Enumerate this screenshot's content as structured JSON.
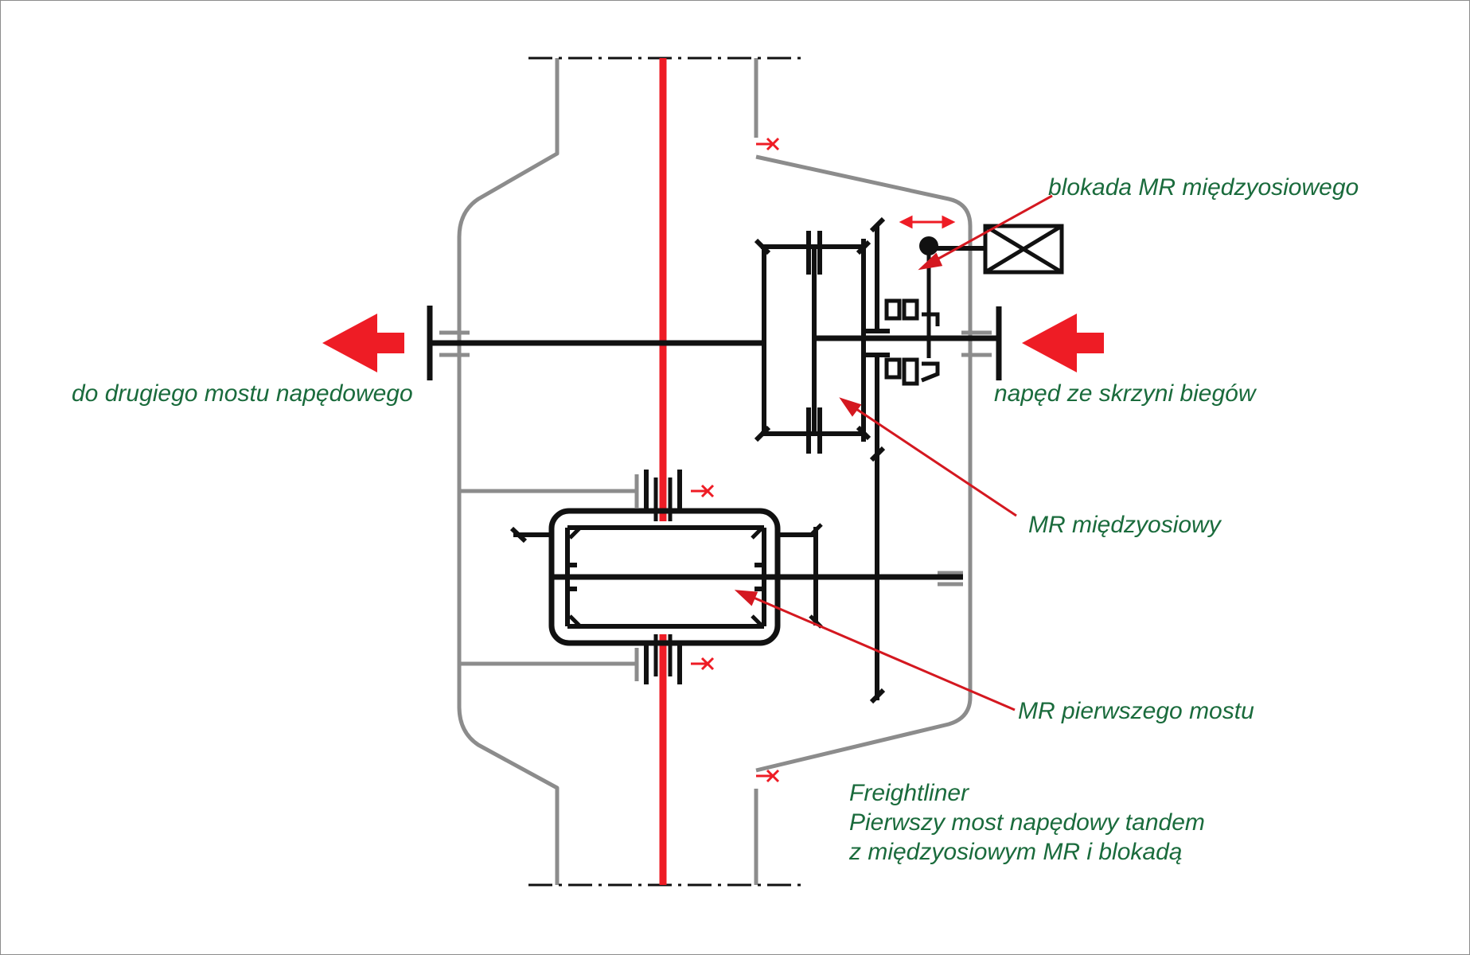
{
  "labels": {
    "lock": "blokada MR międzyosiowego",
    "output": "do drugiego mostu napędowego",
    "input": "napęd ze skrzyni biegów",
    "inter_axle_diff": "MR międzyosiowy",
    "first_axle_diff": "MR pierwszego mostu",
    "caption": [
      "Freightliner",
      "Pierwszy most napędowy tandem",
      "z międzyosiowym MR i blokadą"
    ]
  },
  "colors": {
    "housing": "#8c8c8c",
    "shaft": "#111111",
    "axle_shaft": "#ee1c25",
    "arrow": "#ee1c25",
    "pointer": "#d41820",
    "text": "#1a6b3c"
  },
  "icons": {
    "actuator": "actuator-box-icon",
    "bearing_mark": "bearing-x-icon"
  }
}
